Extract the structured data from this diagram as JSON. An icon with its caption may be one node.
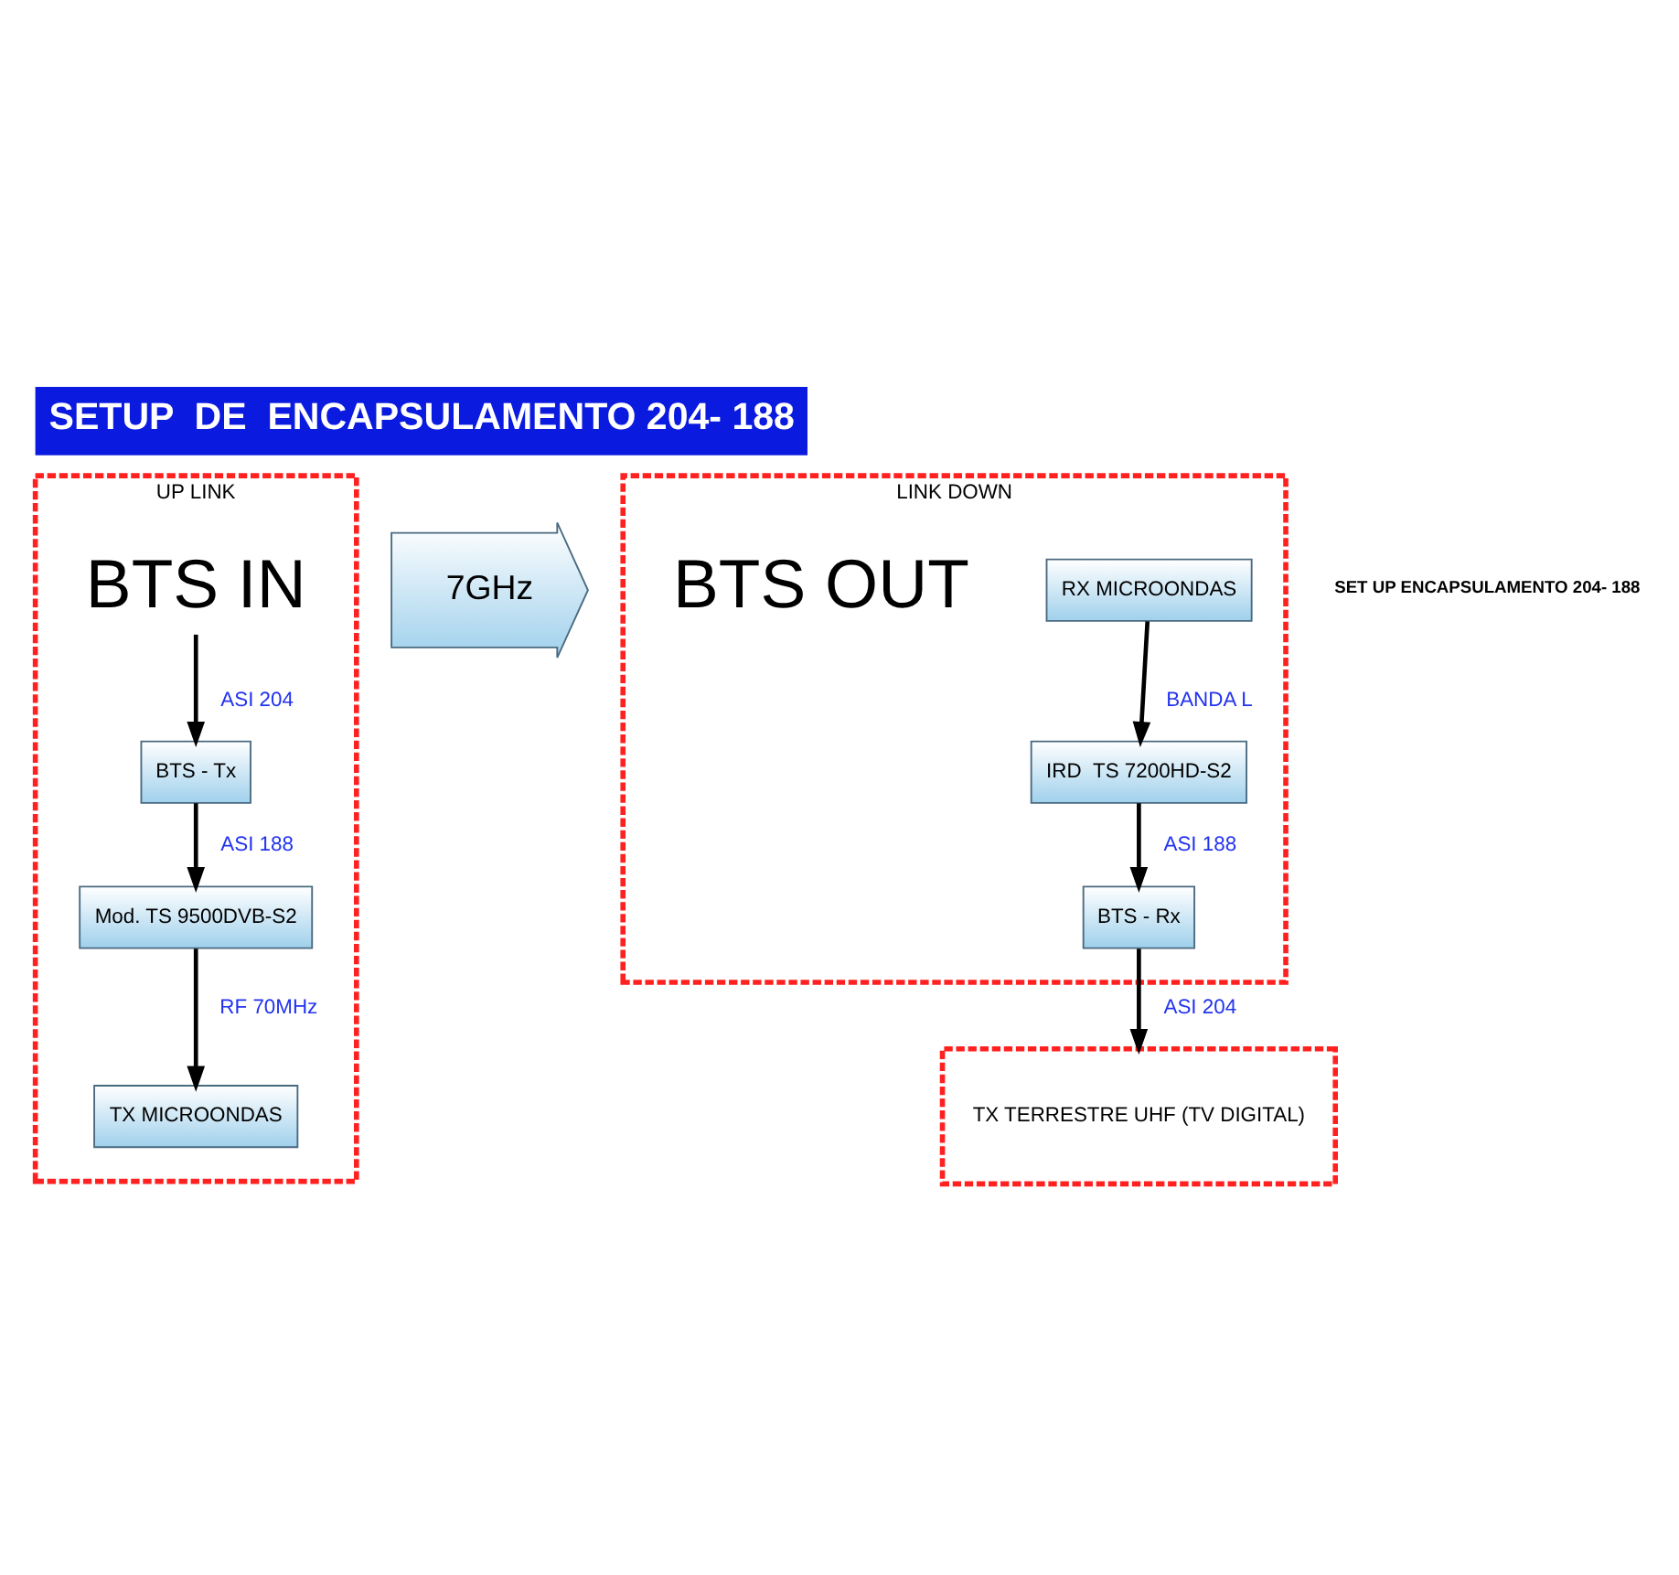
{
  "diagram": {
    "title": "SETUP  DE  ENCAPSULAMENTO 204- 188",
    "caption": "SET UP ENCAPSULAMENTO 204- 188",
    "nodes": [
      {
        "text": [
          "UP LINK"
        ]
      },
      {
        "text": [
          "TX MICROONDAS"
        ],
        "in": 0
      },
      {
        "text": [
          "Mod. TS 9500DVB-S2"
        ],
        "in": 0
      },
      {
        "text": [
          "BTS - Tx"
        ],
        "in": 0
      },
      {
        "text": [
          "BTS IN"
        ],
        "in": 0
      },
      {
        "text": [
          "7GHz"
        ]
      },
      {
        "text": [
          "LINK DOWN"
        ]
      },
      {
        "text": [
          "RX MICROONDAS"
        ],
        "in": 6
      },
      {
        "text": [
          "IRD  TS 7200HD-S2"
        ],
        "in": 6
      },
      {
        "text": [
          "BTS - Rx"
        ],
        "in": 6
      },
      {
        "text": [
          "BTS OUT"
        ],
        "in": 6
      },
      {
        "text": [
          "TX TERRESTRE UHF (TV DIGITAL)"
        ]
      }
    ],
    "edges": [
      {
        "from": 4,
        "to": 3,
        "arrow": "to",
        "label": "ASI 204"
      },
      {
        "from": 3,
        "to": 2,
        "arrow": "to",
        "label": "ASI 188"
      },
      {
        "from": 2,
        "to": 1,
        "arrow": "to",
        "label": "RF 70MHz"
      },
      {
        "from": 7,
        "to": 8,
        "arrow": "to",
        "label": "BANDA L"
      },
      {
        "from": 8,
        "to": 9,
        "arrow": "to",
        "label": "ASI 188"
      },
      {
        "from": 9,
        "to": 11,
        "arrow": "to",
        "label": "ASI 204"
      }
    ]
  }
}
